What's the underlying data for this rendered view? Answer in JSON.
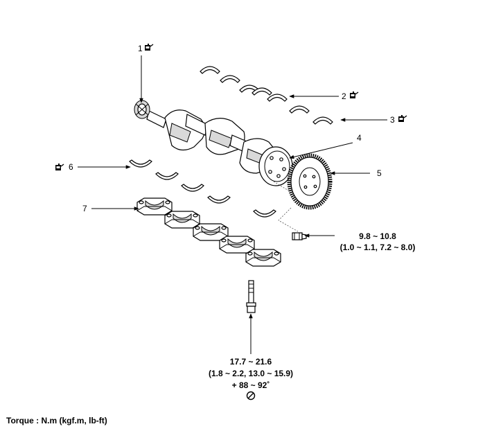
{
  "callouts": {
    "c1": "1",
    "c2": "2",
    "c3": "3",
    "c4": "4",
    "c5": "5",
    "c6": "6",
    "c7": "7"
  },
  "torque_flywheel": {
    "line1": "9.8 ~ 10.8",
    "line2": "(1.0 ~ 1.1, 7.2 ~ 8.0)"
  },
  "torque_cap": {
    "line1": "17.7 ~ 21.6",
    "line2": "(1.8 ~ 2.2, 13.0 ~ 15.9)",
    "line3": "+ 88 ~ 92˚"
  },
  "footer": {
    "torque_unit": "Torque : N.m (kgf.m, lb-ft)"
  },
  "icons": {
    "oil": "oil-can-icon",
    "no_reuse": "do-not-reuse-icon"
  }
}
